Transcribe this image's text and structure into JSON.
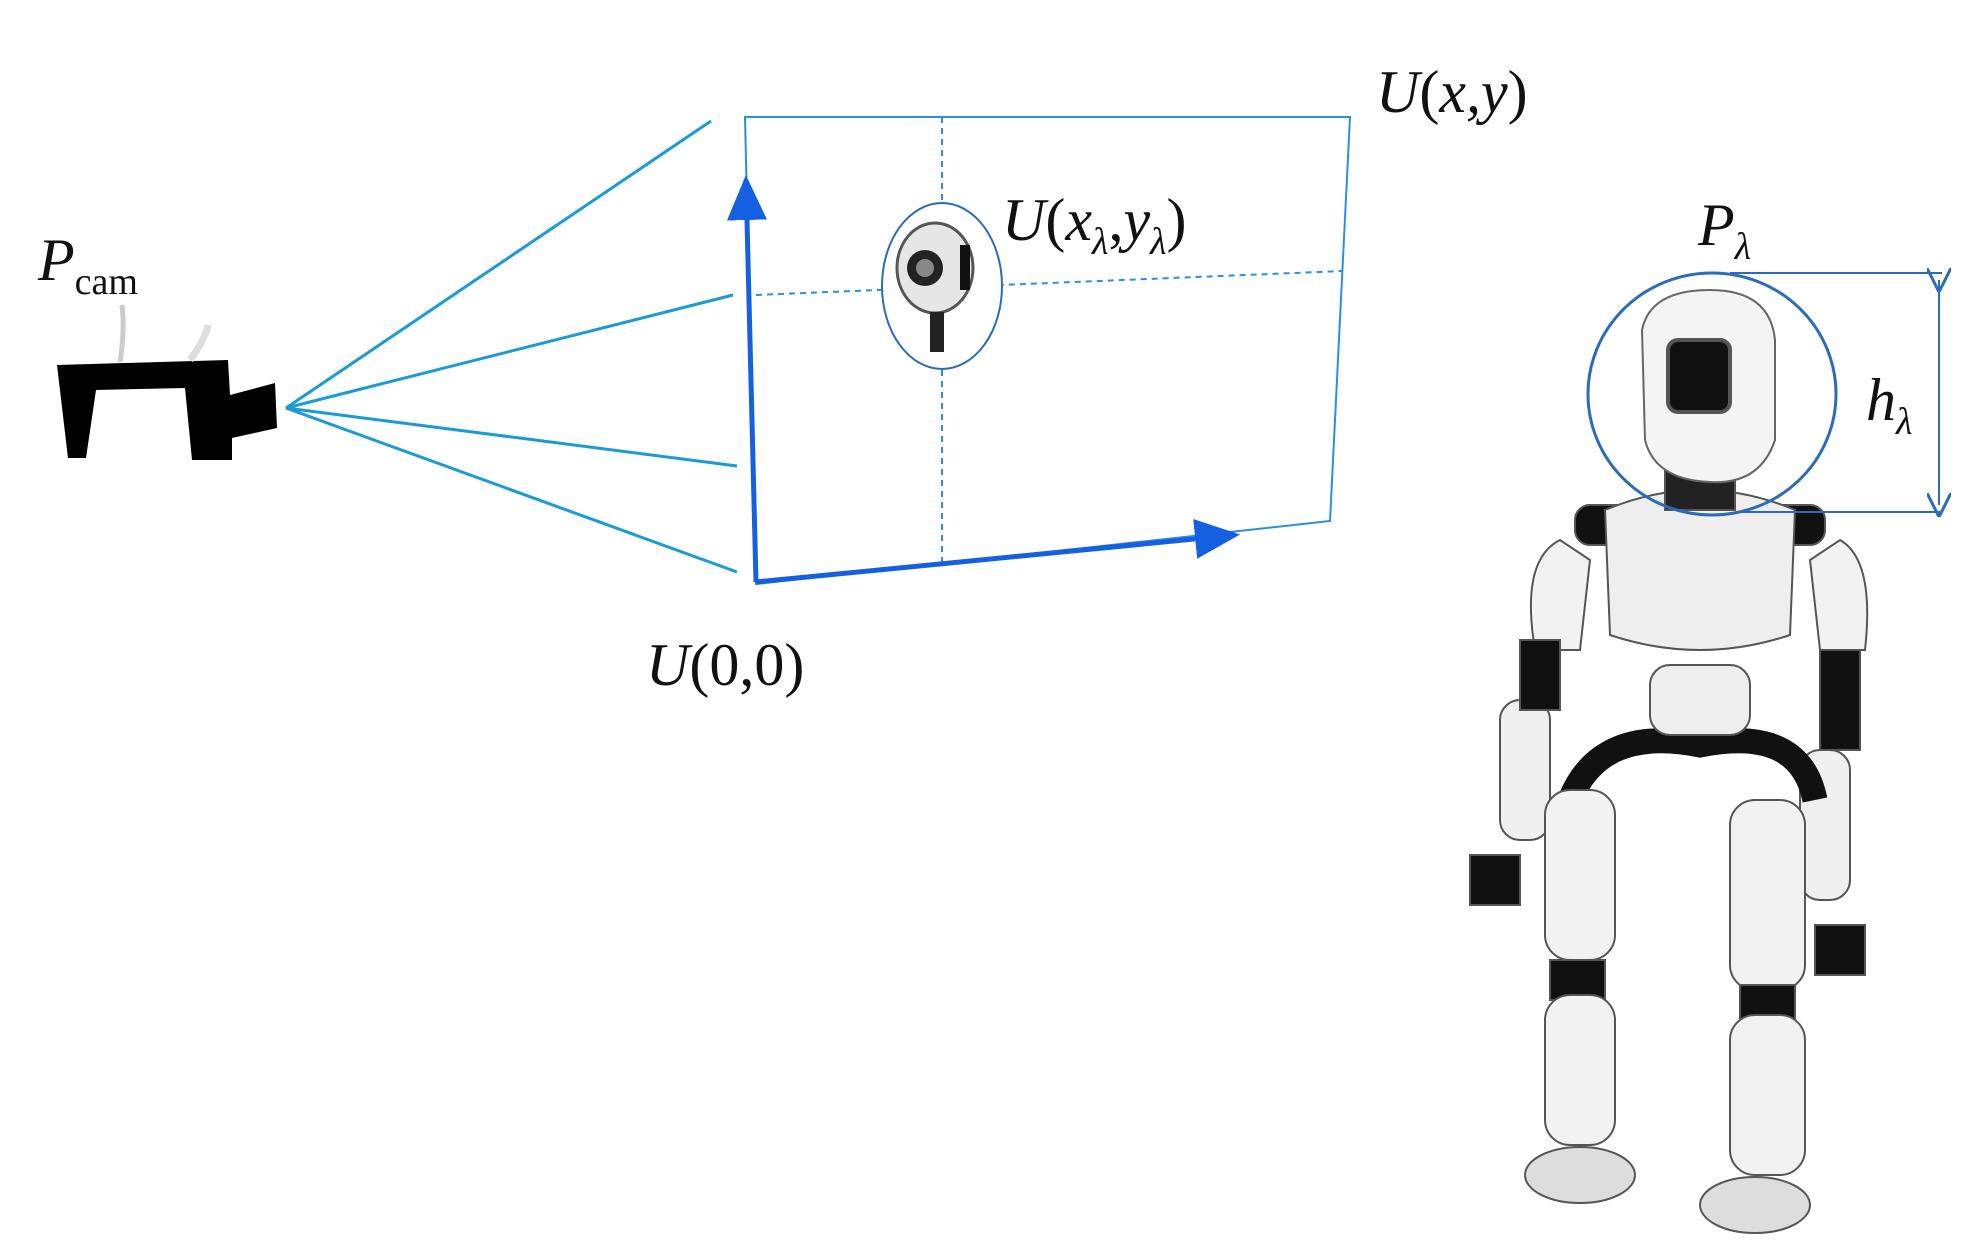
{
  "labels": {
    "camera": {
      "main": "P",
      "sub": "cam"
    },
    "image_corner_top": {
      "prefix": "U(",
      "args": "x,y",
      "suffix": ")"
    },
    "projected_point": {
      "prefix": "U(",
      "x": "x",
      "xsub": "λ",
      "comma": ",",
      "y": "y",
      "ysub": "λ",
      "suffix": ")"
    },
    "origin": {
      "prefix": "U(",
      "args": "0,0",
      "suffix": ")"
    },
    "target": {
      "main": "P",
      "sub": "λ"
    },
    "height": {
      "main": "h",
      "sub": "λ"
    }
  },
  "colors": {
    "ray": "#1a9ad6",
    "axis": "#1560e0",
    "plane": "#2a8fe0",
    "ellipse": "#2b6cb8"
  }
}
